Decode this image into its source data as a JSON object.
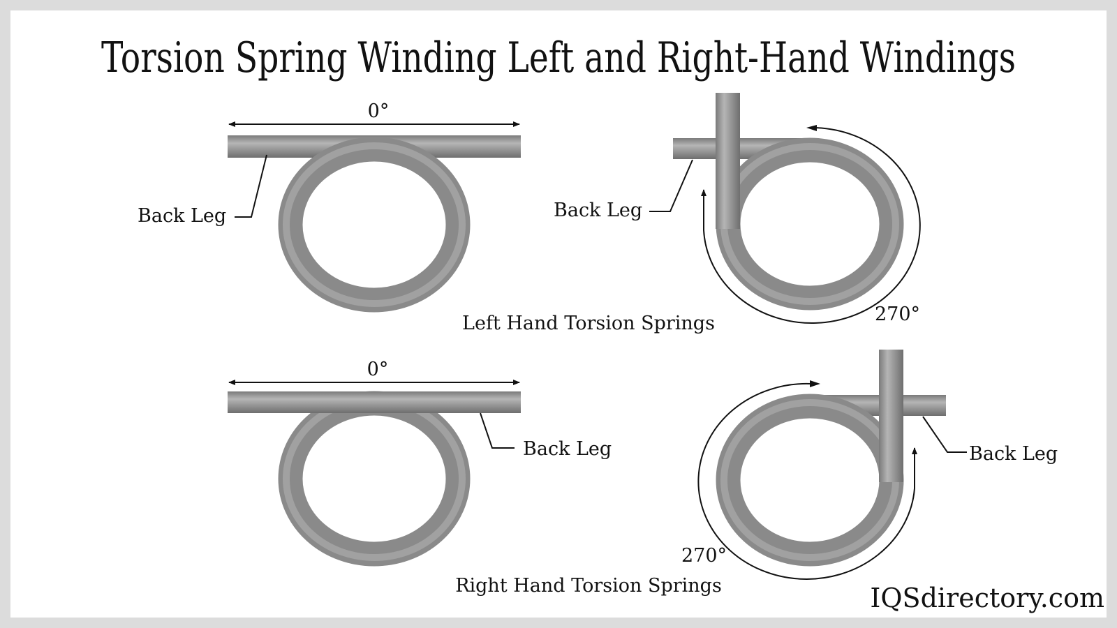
{
  "title": "Torsion Spring Winding Left and Right-Hand Windings",
  "left_hand": {
    "caption": "Left Hand Torsion Springs",
    "straight": {
      "angle_label": "0°",
      "leg_label": "Back Leg"
    },
    "bent": {
      "angle_label": "270°",
      "leg_label": "Back Leg"
    }
  },
  "right_hand": {
    "caption": "Right Hand Torsion Springs",
    "straight": {
      "angle_label": "0°",
      "leg_label": "Back Leg"
    },
    "bent": {
      "angle_label": "270°",
      "leg_label": "Back Leg"
    }
  },
  "brand": "IQSdirectory.com"
}
